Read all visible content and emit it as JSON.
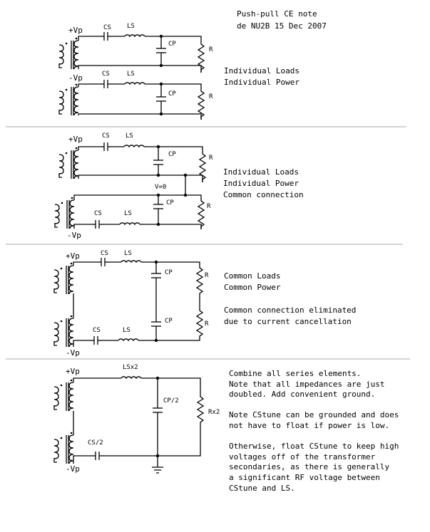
{
  "header": {
    "line1": "Push-pull CE note",
    "line2": "de NU2B 15 Dec 2007"
  },
  "labels": {
    "vp_plus": "+Vp",
    "vp_minus": "-Vp",
    "cs": "CS",
    "ls": "LS",
    "cp": "CP",
    "r": "R",
    "v0": "V=0",
    "lsx2": "LSx2",
    "cp2": "CP/2",
    "rx2": "Rx2",
    "cs2": "CS/2"
  },
  "section1": {
    "note": [
      "Individual Loads",
      "Individual Power"
    ]
  },
  "section2": {
    "note": [
      "Individual Loads",
      "Individual Power",
      "Common connection"
    ]
  },
  "section3": {
    "note": [
      "Common Loads",
      "Common Power",
      "",
      "Common connection eliminated",
      "due to current cancellation"
    ]
  },
  "section4": {
    "note": [
      "Combine all series elements.",
      "Note that all impedances are just",
      "doubled.  Add convenient ground.",
      "",
      "Note CStune can be grounded and does",
      "not have to float if power is low.",
      "",
      "Otherwise, float CStune to keep high",
      "voltages off of the transformer",
      "secondaries, as there is generally",
      "a significant RF voltage between",
      "CStune and LS."
    ]
  }
}
